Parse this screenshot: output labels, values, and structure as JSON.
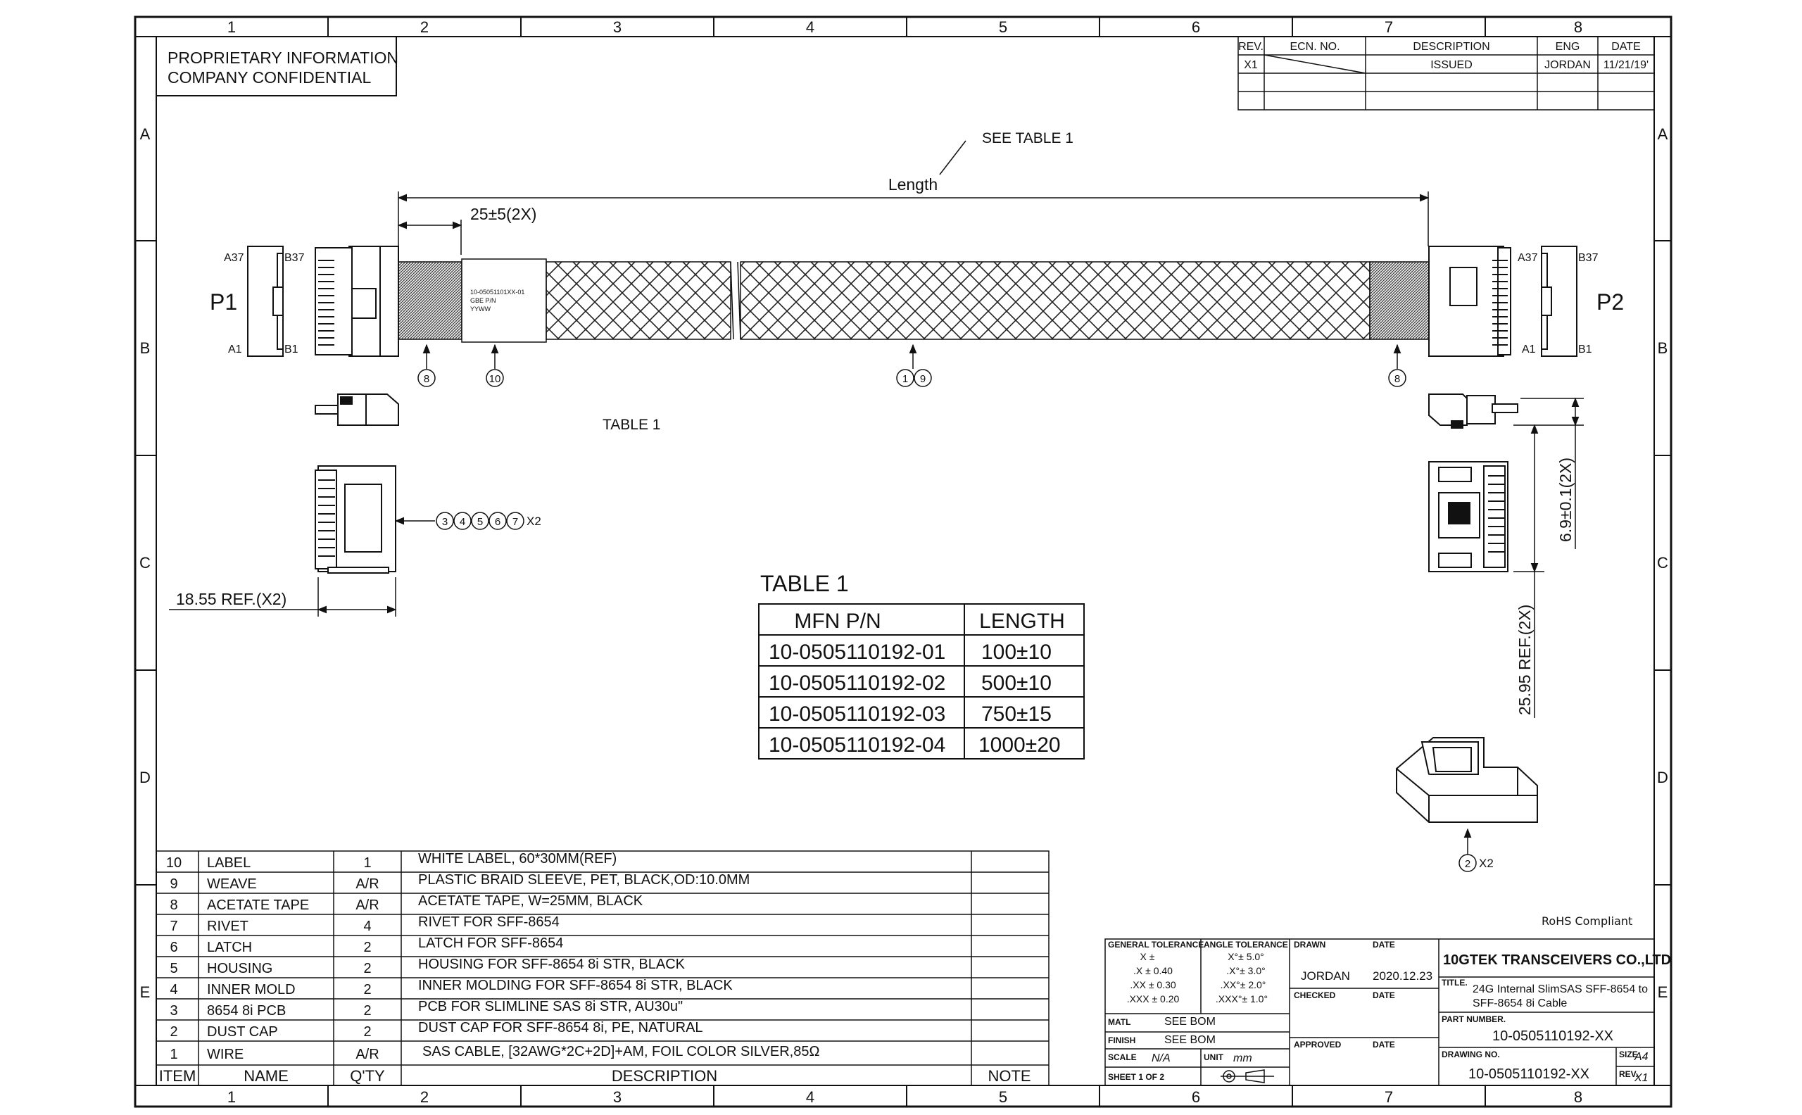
{
  "frame": {
    "col_labels": [
      "1",
      "2",
      "3",
      "4",
      "5",
      "6",
      "7",
      "8"
    ],
    "row_labels": [
      "A",
      "B",
      "C",
      "D",
      "E"
    ]
  },
  "proprietary": {
    "line1": "PROPRIETARY INFORMATION",
    "line2": "COMPANY CONFIDENTIAL"
  },
  "revision_block": {
    "headers": [
      "REV.",
      "ECN. NO.",
      "DESCRIPTION",
      "ENG",
      "DATE"
    ],
    "row": [
      "X1",
      "",
      "ISSUED",
      "JORDAN",
      "11/21/19'"
    ]
  },
  "drawing": {
    "see_table": "SEE TABLE 1",
    "length_label": "Length",
    "dim_25": "25±5(2X)",
    "label_line1": "10-05051101XX-01",
    "label_line2": "GBE P/N",
    "label_line3": "YYWW",
    "p1": "P1",
    "p2": "P2",
    "a37": "A37",
    "b37": "B37",
    "a1": "A1",
    "b1": "B1",
    "balloon_8": "8",
    "balloon_10": "10",
    "balloon_1": "1",
    "balloon_9": "9",
    "balloons_group": [
      "3",
      "4",
      "5",
      "6",
      "7"
    ],
    "x2": "X2",
    "balloon_2": "2",
    "table_ref": "TABLE 1",
    "dim_1855": "18.55  REF.(X2)",
    "dim_69": "6.9±0.1(2X)",
    "dim_2595": "25.95  REF.(2X)",
    "rohs": "RoHS Compliant"
  },
  "table1": {
    "title": "TABLE 1",
    "headers": [
      "MFN P/N",
      "LENGTH"
    ],
    "rows": [
      [
        "10-0505110192-01",
        "100±10"
      ],
      [
        "10-0505110192-02",
        "500±10"
      ],
      [
        "10-0505110192-03",
        "750±15"
      ],
      [
        "10-0505110192-04",
        "1000±20"
      ]
    ]
  },
  "bom": {
    "headers": [
      "ITEM",
      "NAME",
      "Q'TY",
      "DESCRIPTION",
      "NOTE"
    ],
    "rows": [
      [
        "10",
        "LABEL",
        "1",
        "WHITE LABEL, 60*30MM(REF)"
      ],
      [
        "9",
        "WEAVE",
        "A/R",
        "PLASTIC BRAID SLEEVE, PET, BLACK,OD:10.0MM"
      ],
      [
        "8",
        "ACETATE TAPE",
        "A/R",
        "ACETATE TAPE, W=25MM, BLACK"
      ],
      [
        "7",
        "RIVET",
        "4",
        "RIVET FOR SFF-8654"
      ],
      [
        "6",
        "LATCH",
        "2",
        "LATCH FOR SFF-8654"
      ],
      [
        "5",
        "HOUSING",
        "2",
        "HOUSING FOR SFF-8654 8i STR, BLACK"
      ],
      [
        "4",
        "INNER MOLD",
        "2",
        "INNER MOLDING FOR SFF-8654 8i STR, BLACK"
      ],
      [
        "3",
        "8654 8i PCB",
        "2",
        "PCB FOR SLIMLINE SAS 8i STR, AU30u\""
      ],
      [
        "2",
        "DUST CAP",
        "2",
        "DUST CAP FOR SFF-8654 8i, PE, NATURAL"
      ],
      [
        "1",
        "WIRE",
        "A/R",
        "SAS CABLE, [32AWG*2C+2D]+AM, FOIL COLOR SILVER,85Ω"
      ]
    ]
  },
  "title_block": {
    "gen_tol_header": "GENERAL TOLERANCE",
    "gen_tol": [
      "X ±",
      ".X ± 0.40",
      ".XX ± 0.30",
      ".XXX ± 0.20"
    ],
    "ang_tol_header": "ANGLE TOLERANCE",
    "ang_tol": [
      "X°± 5.0°",
      ".X°± 3.0°",
      ".XX°± 2.0°",
      ".XXX°± 1.0°"
    ],
    "drawn": "DRAWN",
    "date_label": "DATE",
    "drawn_by": "JORDAN",
    "drawn_date": "2020.12.23",
    "checked": "CHECKED",
    "approved": "APPROVED",
    "matl": "MATL",
    "matl_val": "SEE BOM",
    "finish": "FINISH",
    "finish_val": "SEE BOM",
    "scale": "SCALE",
    "scale_val": "N/A",
    "unit": "UNIT",
    "unit_val": "mm",
    "sheet": "SHEET  1  OF  2",
    "company": "10GTEK TRANSCEIVERS CO.,LTD",
    "title_label": "TITLE.",
    "title_line1": "24G Internal SlimSAS SFF-8654 to",
    "title_line2": "SFF-8654 8i Cable",
    "part_label": "PART NUMBER.",
    "part_val": "10-0505110192-XX",
    "drawing_label": "DRAWING NO.",
    "drawing_val": "10-0505110192-XX",
    "size_label": "SIZE",
    "size_val": "A4",
    "rev_label": "REV.",
    "rev_val": "X1"
  }
}
